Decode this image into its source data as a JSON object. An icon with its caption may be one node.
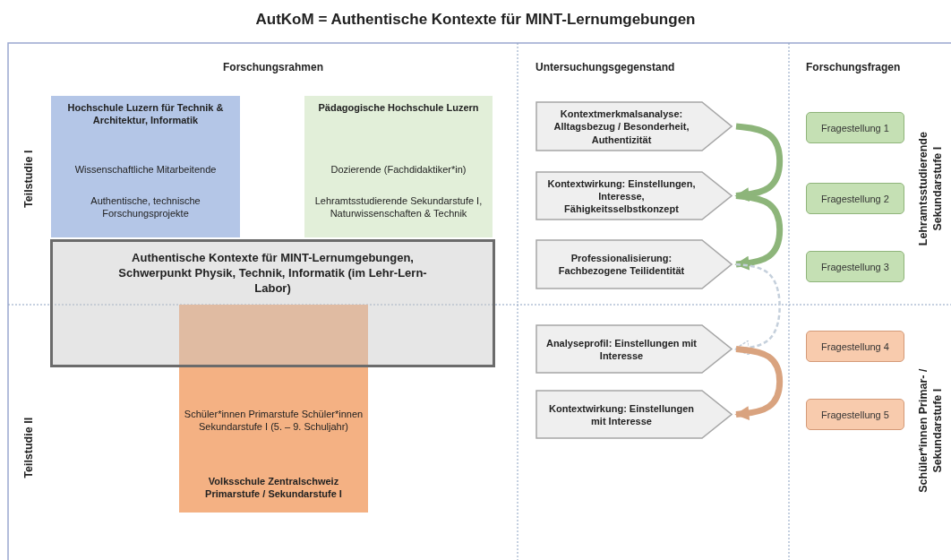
{
  "diagram": {
    "title": "AutKoM = Authentische Kontexte für MINT-Lernumgebungen",
    "nodes": [
      {
        "text": [
          "Hochschule Luzern für Technik & Architektur, Informatik",
          "Wissenschaftliche Mitarbeitende",
          "Authentische, technische Forschungsprojekte"
        ]
      },
      {
        "text": [
          "Pädagogische Hochschule Luzern",
          "Dozierende (Fachdidaktiker*in)",
          "Lehramtsstudierende Sekundarstufe I, Naturwissenschaften & Technik"
        ]
      },
      {
        "text": [
          "Schüler*innen Primarstufe Schüler*innen Sekundarstufe I (5. – 9. Schuljahr)",
          "Volksschule Zentralschweiz Primarstufe / Sekundarstufe I"
        ]
      },
      {
        "text": [
          "Authentische Kontexte für MINT-Lernumgebungen, Schwerpunkt Physik, Technik, Informatik (im Lehr-Lern-Labor)"
        ]
      },
      {
        "text": [
          "Kontextmerkmalsanalyse: Alltagsbezug / Besonderheit, Authentizität"
        ]
      },
      {
        "text": [
          "Kontextwirkung: Einstellungen, Interesse, Fähigkeitsselbstkonzept"
        ]
      },
      {
        "text": [
          "Professionalisierung: Fachbezogene Teilidentität"
        ]
      },
      {
        "text": [
          "Analyseprofil: Einstellungen mit Interesse"
        ]
      },
      {
        "text": [
          "Kontextwirkung: Einstellungen mit Interesse"
        ]
      },
      {
        "text": [
          "Fragestellung 1"
        ]
      },
      {
        "text": [
          "Fragestellung 2"
        ]
      },
      {
        "text": [
          "Fragestellung 3"
        ]
      },
      {
        "text": [
          "Fragestellung 4"
        ]
      },
      {
        "text": [
          "Fragestellung 5"
        ]
      }
    ],
    "edges": [
      {
        "from": 4,
        "to": 5,
        "arrow": "to"
      },
      {
        "from": 5,
        "to": 6,
        "arrow": "to"
      },
      {
        "from": 6,
        "to": 7,
        "arrow": "to",
        "style": "dashed",
        "color": "#c5d0dc"
      },
      {
        "from": 7,
        "to": 8,
        "arrow": "to",
        "color": "#d9a37f"
      }
    ],
    "labels": [
      "Forschungsrahmen",
      "Untersuchungsgegenstand",
      "Forschungsfragen",
      "Teilstudie I",
      "Lehramtsstudierende Sekundarstufe I",
      "Teilstudie II",
      "Schüler*innen Primar- / Sekundarstufe I"
    ]
  }
}
